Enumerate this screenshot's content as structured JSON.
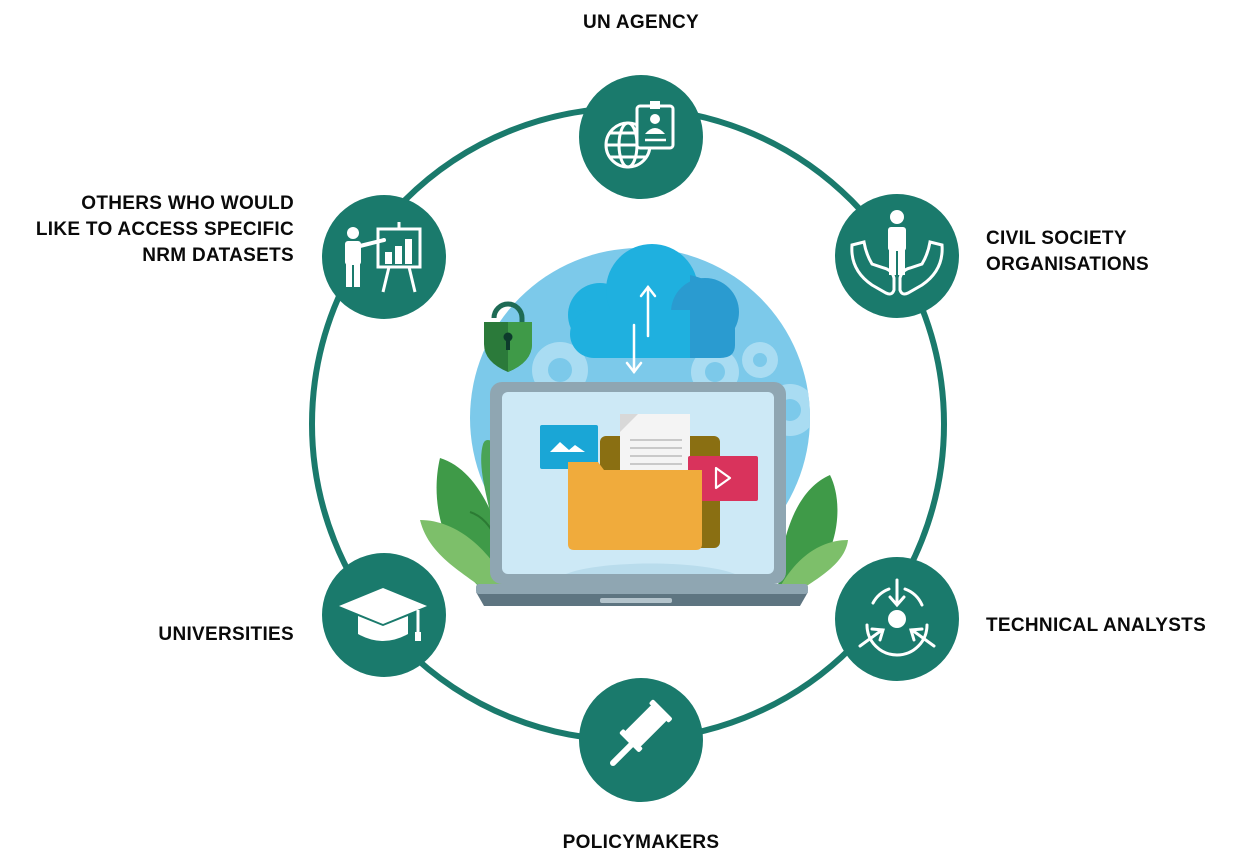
{
  "colors": {
    "ring": "#1a7a6c",
    "node": "#1a7a6c",
    "icon": "#ffffff",
    "sky": "#7cc9ea",
    "cloud": "#1fb0df",
    "laptop_body": "#8fa6b2",
    "laptop_screen": "#cde9f6",
    "folder": "#f0ab3c",
    "folder_back": "#8a6f12",
    "video": "#d9335c",
    "image_card": "#1aa6d6",
    "leaf": "#3f9a48",
    "lock": "#2b7a3a",
    "text": "#0a0a0a"
  },
  "stakeholders": {
    "un_agency": {
      "lines": [
        "UN AGENCY"
      ],
      "icon": "globe-id-card-icon"
    },
    "civil_society": {
      "lines": [
        "CIVIL SOCIETY",
        "ORGANISATIONS"
      ],
      "icon": "person-in-hands-icon"
    },
    "technical_analysts": {
      "lines": [
        "TECHNICAL ANALYSTS"
      ],
      "icon": "convergence-arrows-icon"
    },
    "policymakers": {
      "lines": [
        "POLICYMAKERS"
      ],
      "icon": "gavel-icon"
    },
    "universities": {
      "lines": [
        "UNIVERSITIES"
      ],
      "icon": "graduation-cap-icon"
    },
    "others": {
      "lines": [
        "OTHERS WHO WOULD",
        "LIKE TO ACCESS SPECIFIC",
        "NRM DATASETS"
      ],
      "icon": "presenter-chart-icon"
    }
  },
  "center_illustration": {
    "elements": [
      "cloud-icon",
      "upload-download-arrows-icon",
      "padlock-icon",
      "gear-icon",
      "laptop-icon",
      "folder-icon",
      "document-icon",
      "image-icon",
      "video-play-icon",
      "leaf-icon"
    ]
  }
}
